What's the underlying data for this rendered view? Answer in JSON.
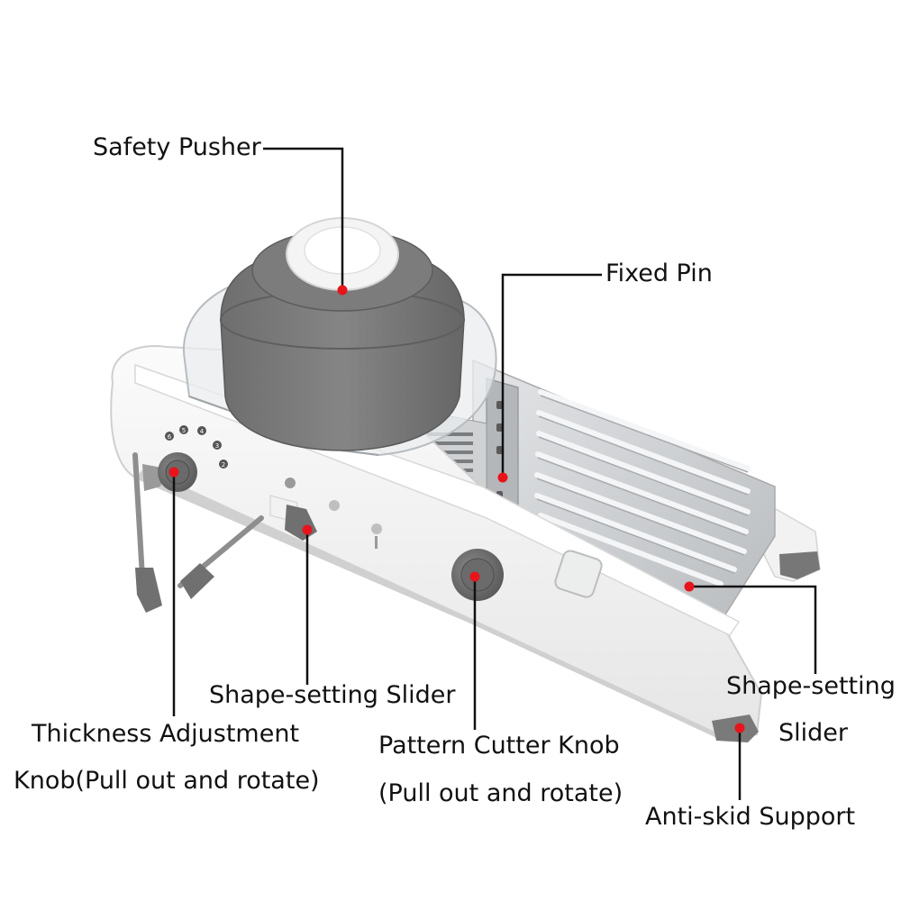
{
  "labels": {
    "safety_pusher": "Safety Pusher",
    "fixed_pin": "Fixed Pin",
    "shape_slider_mid": "Shape-setting Slider",
    "shape_slider_right_l1": "Shape-setting",
    "shape_slider_right_l2": "Slider",
    "thickness_knob_l1": "Thickness Adjustment",
    "thickness_knob_l2": "Knob(Pull out and rotate)",
    "pattern_knob_l1": "Pattern Cutter Knob",
    "pattern_knob_l2": "(Pull out and rotate)",
    "antiskid": "Anti-skid Support"
  },
  "dial_numbers": [
    "6",
    "5",
    "4",
    "3",
    "2"
  ],
  "colors": {
    "marker": "#e8141b",
    "leader": "#111111",
    "body_white": "#f7f7f7",
    "knob_gray": "#6f6f6f",
    "pusher_gray": "#7a7a7a",
    "steel": "#c9cbcd"
  }
}
